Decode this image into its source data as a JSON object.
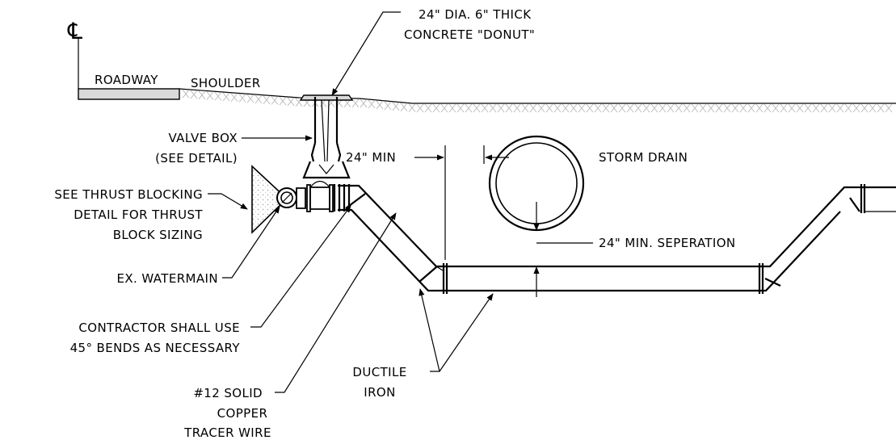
{
  "centerline_symbol": "℄",
  "labels": {
    "donut_line1": "24\" DIA. 6\" THICK",
    "donut_line2": "CONCRETE \"DONUT\"",
    "roadway": "ROADWAY",
    "shoulder": "SHOULDER",
    "valve_box_line1": "VALVE BOX",
    "valve_box_line2": "(SEE DETAIL)",
    "min_24": "24\" MIN",
    "storm_drain": "STORM DRAIN",
    "thrust_line1": "SEE THRUST BLOCKING",
    "thrust_line2": "DETAIL FOR THRUST",
    "thrust_line3": "BLOCK SIZING",
    "separation": "24\" MIN. SEPERATION",
    "watermain": "EX. WATERMAIN",
    "contractor_line1": "CONTRACTOR SHALL USE",
    "contractor_line2": "45° BENDS AS NECESSARY",
    "ductile_line1": "DUCTILE",
    "ductile_line2": "IRON",
    "tracer_line1": "#12 SOLID",
    "tracer_line2": "COPPER",
    "tracer_line3": "TRACER WIRE"
  },
  "colors": {
    "line": "#000000",
    "pavement": "#d9d9d9",
    "ground_hatch": "#b8b8b8"
  }
}
